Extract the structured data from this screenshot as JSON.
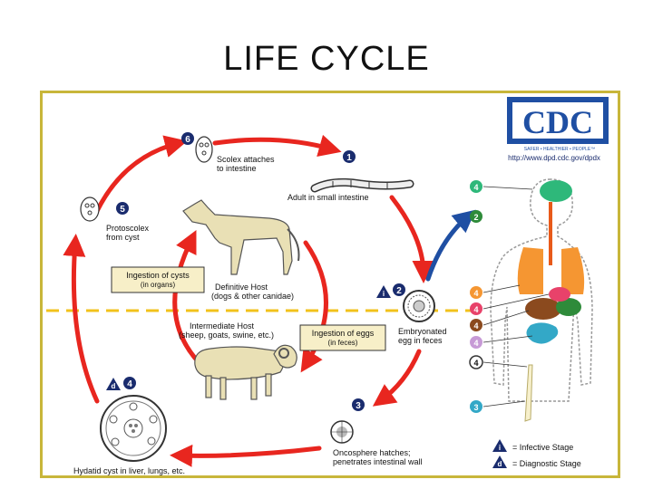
{
  "slide": {
    "title": "LIFE CYCLE"
  },
  "cdc": {
    "logo_text": "CDC",
    "tagline": "SAFER • HEALTHIER • PEOPLE™",
    "url": "http://www.dpd.cdc.gov/dpdx"
  },
  "stages": {
    "s1": {
      "number": "1",
      "label": "Adult in small intestine"
    },
    "s2": {
      "number": "2",
      "label_line1": "Embryonated",
      "label_line2": "egg in feces",
      "marker": "i"
    },
    "s3": {
      "number": "3",
      "label_line1": "Oncosphere hatches;",
      "label_line2": "penetrates intestinal wall"
    },
    "s4": {
      "number": "4",
      "label": "Hydatid cyst in liver, lungs, etc.",
      "marker": "d"
    },
    "s5": {
      "number": "5",
      "label_line1": "Protoscolex",
      "label_line2": "from cyst"
    },
    "s6": {
      "number": "6",
      "label_line1": "Scolex attaches",
      "label_line2": "to intestine"
    }
  },
  "hosts": {
    "definitive_line1": "Definitive Host",
    "definitive_line2": "(dogs & other canidae)",
    "intermediate_line1": "Intermediate Host",
    "intermediate_line2": "(sheep, goats, swine, etc.)"
  },
  "boxes": {
    "cysts_line1": "Ingestion of cysts",
    "cysts_line2": "(in organs)",
    "eggs_line1": "Ingestion of eggs",
    "eggs_line2": "(in feces)"
  },
  "body_markers": [
    "4",
    "2",
    "4",
    "4",
    "4",
    "4",
    "4",
    "3"
  ],
  "legend": {
    "infective_symbol": "i",
    "infective_label": "= Infective Stage",
    "diagnostic_symbol": "d",
    "diagnostic_label": "= Diagnostic Stage"
  },
  "colors": {
    "arrow_red": "#e8261f",
    "arrow_blue": "#1f4fa3",
    "badge_navy": "#1a2c6e",
    "frame_gold": "#c8b63a",
    "divider_yellow": "#f2c21b",
    "box_fill": "#f7efc8"
  }
}
